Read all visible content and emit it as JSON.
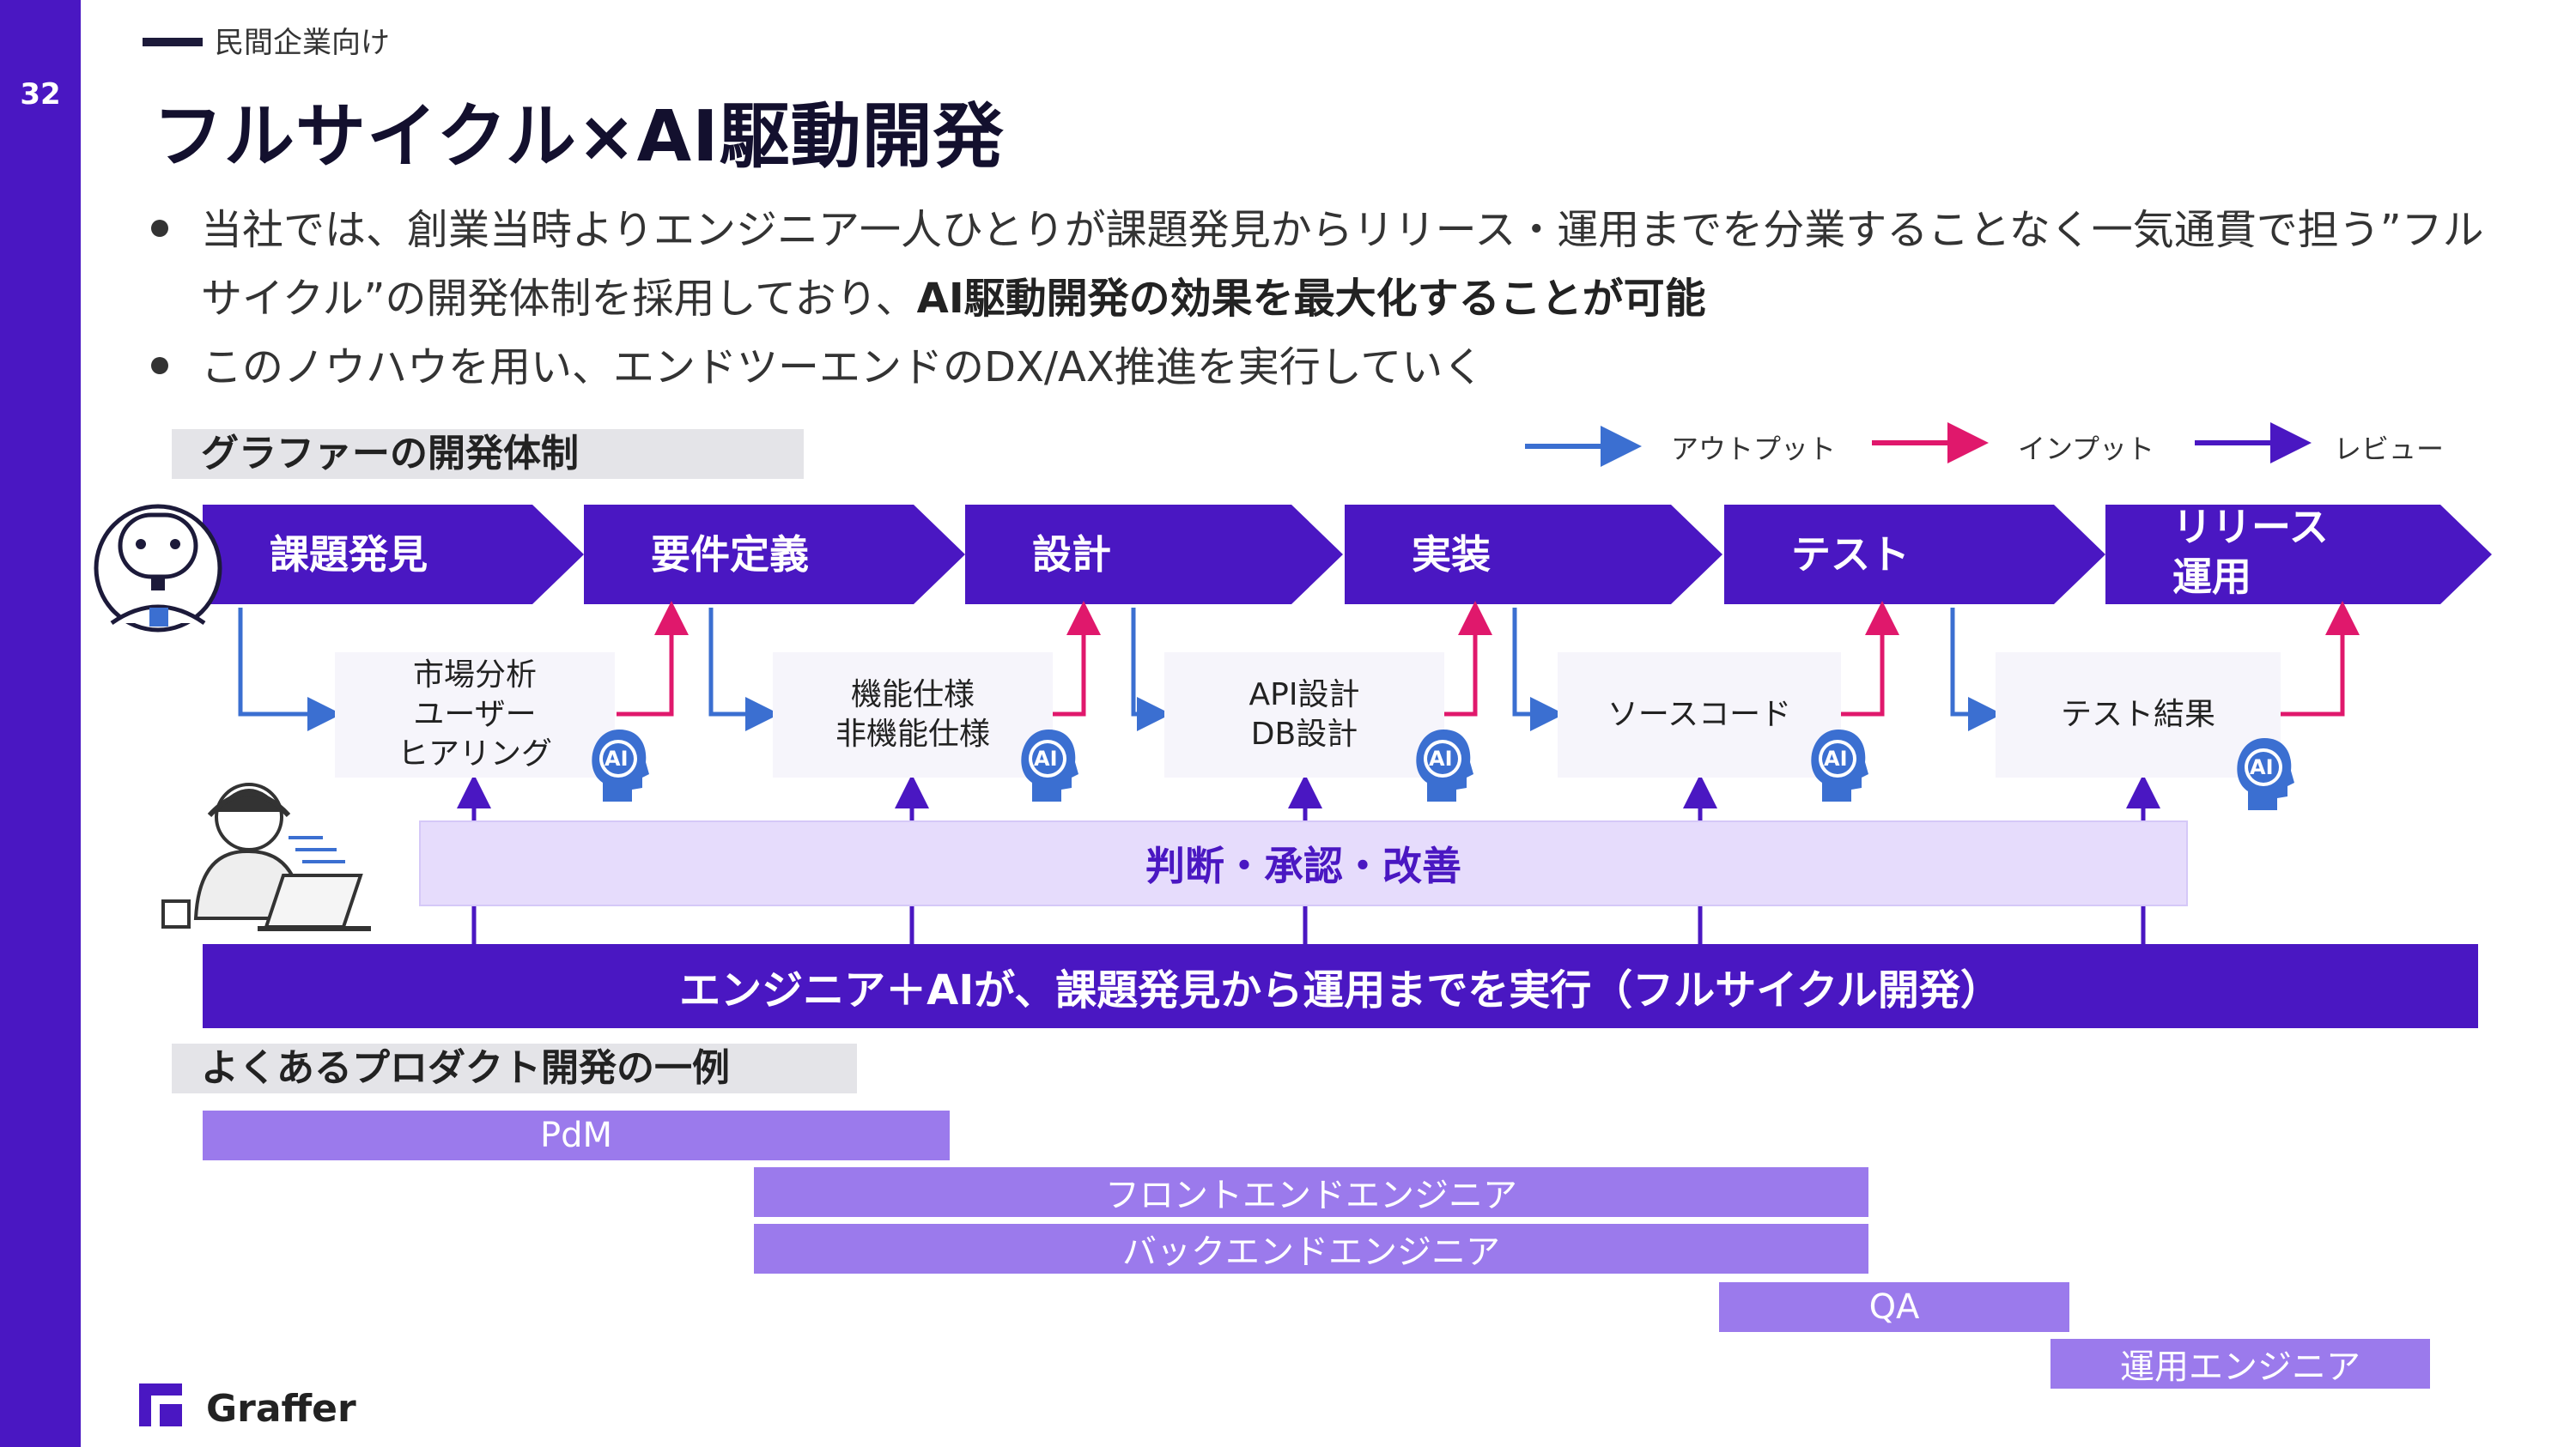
{
  "page_number": "32",
  "category": "民間企業向け",
  "title": "フルサイクル×AI駆動開発",
  "bullets": {
    "b1_part1": "当社では、創業当時よりエンジニア一人ひとりが課題発見からリリース・運用までを分業することなく一気通貫で担う”フルサイクル”の開発体制を採用しており、",
    "b1_bold": "AI駆動開発の効果を最大化することが可能",
    "b2": "このノウハウを用い、エンドツーエンドのDX/AX推進を実行していく"
  },
  "section1_label": "グラファーの開発体制",
  "legend": {
    "output": "アウトプット",
    "input": "インプット",
    "review": "レビュー"
  },
  "phases": [
    "課題発見",
    "要件定義",
    "設計",
    "実装",
    "テスト",
    "リリース",
    "運用"
  ],
  "outputs": {
    "o1": [
      "市場分析",
      "ユーザー",
      "ヒアリング"
    ],
    "o2": [
      "機能仕様",
      "非機能仕様"
    ],
    "o3": [
      "API設計",
      "DB設計"
    ],
    "o4": "ソースコード",
    "o5": "テスト結果"
  },
  "ai_badge": "AI",
  "judge_label": "判断・承認・改善",
  "bottom_bar": "エンジニア＋AIが、課題発見から運用までを実行（フルサイクル開発）",
  "section2_label": "よくあるプロダクト開発の一例",
  "roles": [
    "PdM",
    "フロントエンドエンジニア",
    "バックエンドエンジニア",
    "QA",
    "運用エンジニア"
  ],
  "logo": "Graffer",
  "colors": {
    "brand": "#4a17c2",
    "output_arrow": "#3b6fd1",
    "input_arrow": "#e0186c",
    "review_arrow": "#4a17c2",
    "gantt": "#9b7aec",
    "judge": "#e6dcfc"
  }
}
